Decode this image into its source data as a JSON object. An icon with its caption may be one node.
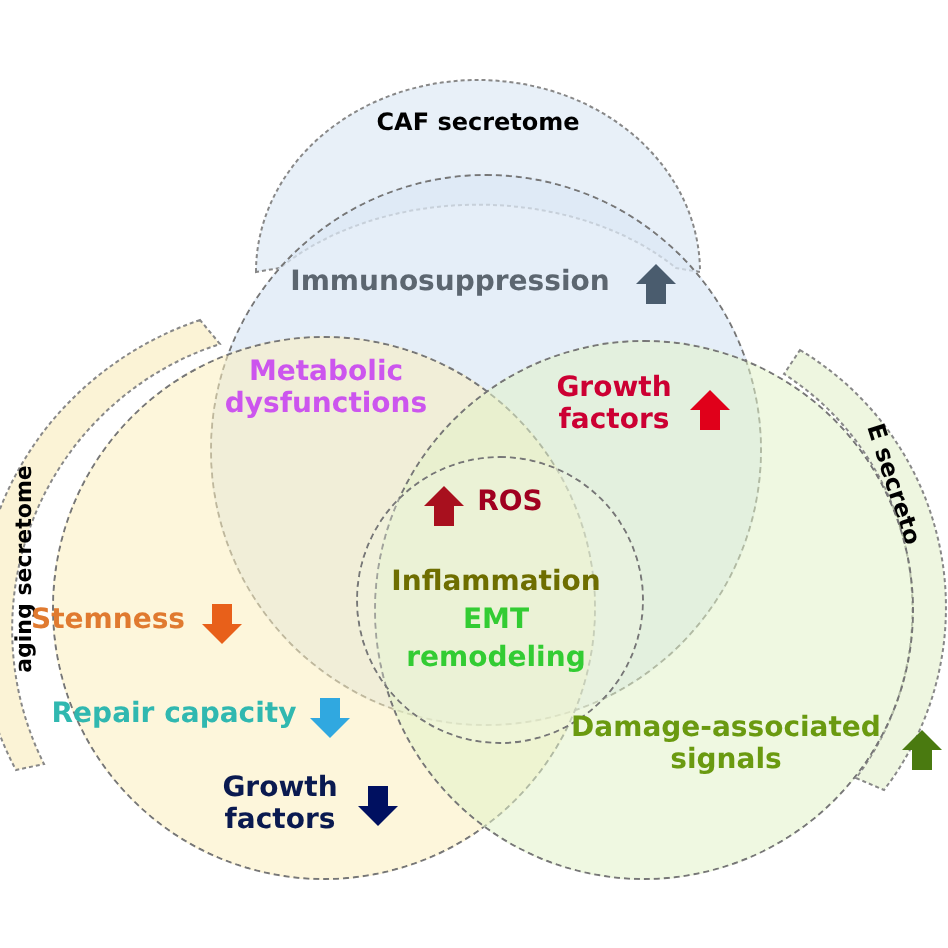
{
  "diagram": {
    "nodes": [
      {
        "text": [
          "CAF secretome"
        ]
      },
      {
        "text": [
          "aging secretome"
        ]
      },
      {
        "text": [
          "E secreto"
        ]
      },
      {
        "text": [],
        "shape": "circle"
      },
      {
        "text": [],
        "shape": "circle"
      },
      {
        "text": [],
        "shape": "circle"
      },
      {
        "text": [],
        "shape": "circle"
      }
    ],
    "edges": [],
    "labels": [
      "Immunosuppression",
      "Metabolic dysfunctions",
      "Growth factors",
      "ROS",
      "Inflammation",
      "EMT",
      "remodeling",
      "Stemness",
      "Repair capacity",
      "Growth factors",
      "Damage-associated signals"
    ]
  }
}
